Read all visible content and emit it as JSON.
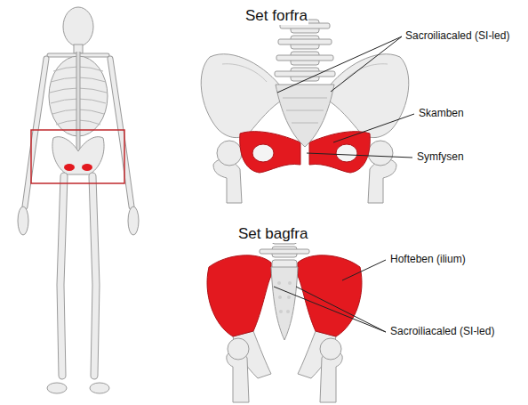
{
  "diagram": {
    "labels": [
      "Set forfra",
      "Sacroiliacaled (SI-led)",
      "Skamben",
      "Symfysen",
      "Set bagfra",
      "Hofteben (ilium)",
      "Sacroiliacaled (SI-led)"
    ]
  }
}
